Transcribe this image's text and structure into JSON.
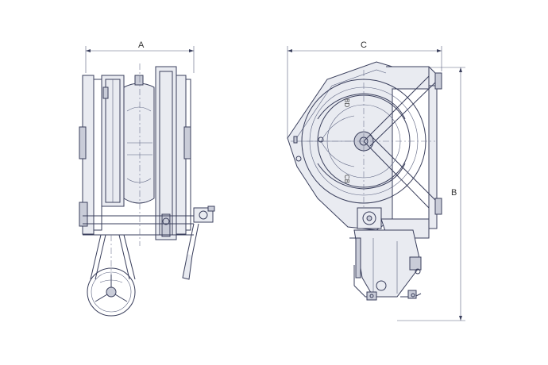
{
  "dimensions": {
    "a_label": "A",
    "b_label": "B",
    "c_label": "C"
  },
  "sheave_labels": {
    "upper": "BD",
    "lower": "CB"
  },
  "colors": {
    "line": "#3a3f5c",
    "fill": "#e9ebf1",
    "dim": "#555555"
  }
}
